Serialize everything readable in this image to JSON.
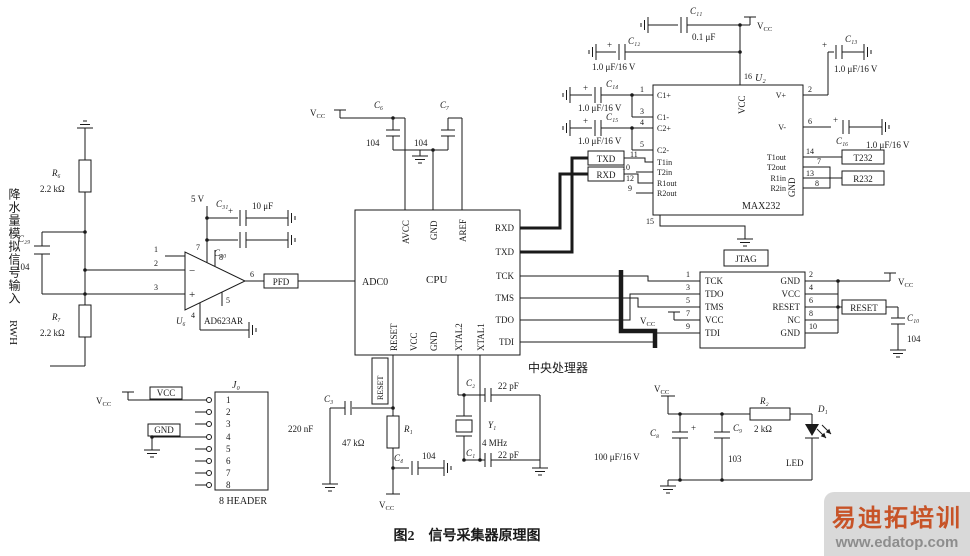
{
  "caption": "图2　信号采集器原理图",
  "watermark": {
    "brand": "易迪拓培训",
    "url": "www.edatop.com"
  },
  "power": {
    "v": "V",
    "cc": "CC"
  },
  "symbols": {
    "plus": "+"
  },
  "input": {
    "desc": "降水量模拟信号输入",
    "net": "RWH",
    "r6": {
      "ref": "R₆",
      "value": "2.2 kΩ"
    },
    "r7": {
      "ref": "R₇",
      "value": "2.2 kΩ"
    },
    "c29": {
      "ref": "C₂₉",
      "value": "104"
    }
  },
  "opamp": {
    "ref": "U₆",
    "part": "AD623AR",
    "supply": "5 V",
    "minus": "−",
    "plus": "+",
    "out_net": "PFD",
    "c31": {
      "ref": "C₃₁",
      "value": "10 μF"
    },
    "c30": {
      "ref": "C₃₀"
    },
    "pins": {
      "p1": "1",
      "p2": "2",
      "p3": "3",
      "p4": "4",
      "p5": "5",
      "p6": "6",
      "p7": "7",
      "p8": "8"
    }
  },
  "cpu": {
    "name": "CPU",
    "adc_label": "ADC0",
    "cn_label": "中央处理器",
    "top_pins": [
      "AVCC",
      "GND",
      "AREF"
    ],
    "right_pins": [
      "RXD",
      "TXD",
      "TCK",
      "TMS",
      "TDO",
      "TDI"
    ],
    "bottom_pins": [
      "RESET",
      "VCC",
      "GND",
      "XTAL2",
      "XTAL1"
    ],
    "c6": {
      "ref": "C₆",
      "value": "104"
    },
    "c7": {
      "ref": "C₇",
      "value": "104"
    }
  },
  "reset": {
    "net": "RESET",
    "c3": {
      "ref": "C₃",
      "value": "220 nF"
    },
    "r1": {
      "ref": "R₁",
      "value": "47 kΩ"
    },
    "c4": {
      "ref": "C₄",
      "value": "104"
    }
  },
  "crystal": {
    "y1": {
      "ref": "Y₁",
      "value": "4 MHz"
    },
    "c2": {
      "ref": "C₂",
      "value": "22 pF"
    },
    "c1": {
      "ref": "C₁",
      "value": "22 pF"
    }
  },
  "serial": {
    "txd": "TXD",
    "rxd": "RXD",
    "t232": "T232",
    "r232": "R232"
  },
  "max232": {
    "ref": "U₂",
    "part": "MAX232",
    "top_pin": {
      "num": "16",
      "name": "VCC"
    },
    "gnd_pin": {
      "num": "15",
      "name": "GND"
    },
    "left_pins": [
      {
        "num": "1",
        "name": "C1+"
      },
      {
        "num": "3",
        "name": "C1-"
      },
      {
        "num": "4",
        "name": "C2+"
      },
      {
        "num": "5",
        "name": "C2-"
      },
      {
        "num": "11",
        "name": "T1in"
      },
      {
        "num": "10",
        "name": "T2in"
      },
      {
        "num": "12",
        "name": "R1out"
      },
      {
        "num": "9",
        "name": "R2out"
      }
    ],
    "right_pins": [
      {
        "num": "2",
        "name": "V+"
      },
      {
        "num": "6",
        "name": "V-"
      },
      {
        "num": "14",
        "name": "T1out"
      },
      {
        "num": "7",
        "name": "T2out"
      },
      {
        "num": "13",
        "name": "R1in"
      },
      {
        "num": "8",
        "name": "R2in"
      }
    ],
    "c11": {
      "ref": "C₁₁",
      "value": "0.1 μF"
    },
    "c12": {
      "ref": "C₁₂",
      "value": "1.0 μF/16 V"
    },
    "c13": {
      "ref": "C₁₃",
      "value": "1.0 μF/16 V"
    },
    "c14": {
      "ref": "C₁₄",
      "value": "1.0 μF/16 V"
    },
    "c15": {
      "ref": "C₁₅",
      "value": "1.0 μF/16 V"
    },
    "c16": {
      "ref": "C₁₆",
      "value": "1.0 μF/16 V"
    }
  },
  "jtag": {
    "title": "JTAG",
    "reset_net": "RESET",
    "c10": {
      "ref": "C₁₀",
      "value": "104"
    },
    "left_pins": [
      {
        "num": "1",
        "name": "TCK"
      },
      {
        "num": "3",
        "name": "TDO"
      },
      {
        "num": "5",
        "name": "TMS"
      },
      {
        "num": "7",
        "name": "VCC"
      },
      {
        "num": "9",
        "name": "TDI"
      }
    ],
    "right_pins": [
      {
        "num": "2",
        "name": "GND"
      },
      {
        "num": "4",
        "name": "VCC"
      },
      {
        "num": "6",
        "name": "RESET"
      },
      {
        "num": "8",
        "name": "NC"
      },
      {
        "num": "10",
        "name": "GND"
      }
    ]
  },
  "header": {
    "ref": "J₀",
    "part": "8 HEADER",
    "vcc": "VCC",
    "gnd": "GND",
    "pins": [
      "1",
      "2",
      "3",
      "4",
      "5",
      "6",
      "7",
      "8"
    ]
  },
  "led": {
    "c8": {
      "ref": "C₈",
      "value": "100 μF/16 V"
    },
    "c9": {
      "ref": "C₉",
      "value": "103"
    },
    "r2": {
      "ref": "R₂",
      "value": "2 kΩ"
    },
    "d1": {
      "ref": "D₁",
      "value": "LED"
    }
  }
}
